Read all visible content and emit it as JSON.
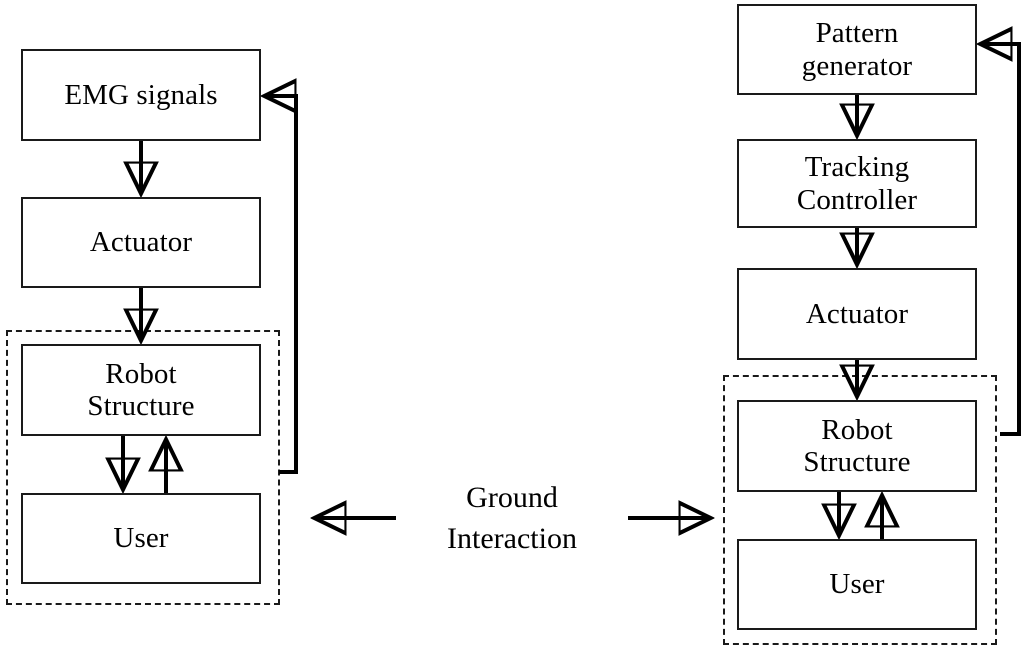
{
  "diagram": {
    "title": "Control architecture comparison block diagram",
    "stroke_color": "#1a1a1a",
    "background_color": "#ffffff",
    "center": {
      "label": "Ground\nInteraction",
      "left_arrow": "arrow-left",
      "right_arrow": "arrow-right"
    },
    "left_system": {
      "nodes": [
        {
          "id": "emg-signals",
          "label": "EMG signals"
        },
        {
          "id": "actuator",
          "label": "Actuator"
        },
        {
          "id": "robot-structure",
          "label": "Robot\nStructure"
        },
        {
          "id": "user",
          "label": "User"
        }
      ],
      "group_label": ""
    },
    "right_system": {
      "nodes": [
        {
          "id": "pattern-generator",
          "label": "Pattern\ngenerator"
        },
        {
          "id": "tracking-controller",
          "label": "Tracking\nController"
        },
        {
          "id": "actuator",
          "label": "Actuator"
        },
        {
          "id": "robot-structure",
          "label": "Robot\nStructure"
        },
        {
          "id": "user",
          "label": "User"
        }
      ],
      "group_label": ""
    }
  }
}
